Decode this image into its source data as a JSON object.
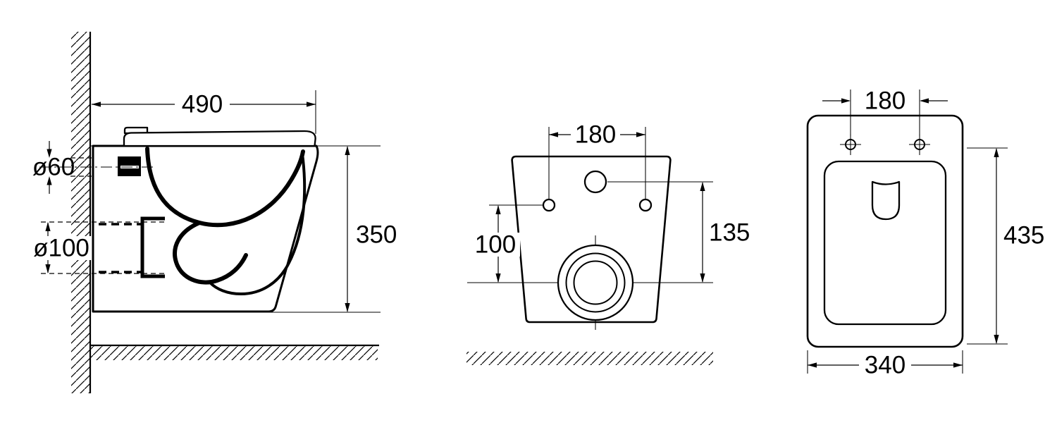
{
  "views": {
    "side": {
      "depth": "490",
      "inlet_diameter": "ø60",
      "outlet_diameter": "ø100",
      "height": "350"
    },
    "rear": {
      "fixing_hole_spacing": "180",
      "outlet_center_height": "100",
      "inlet_center_height": "135"
    },
    "top": {
      "fixing_hole_spacing": "180",
      "depth": "435",
      "width": "340"
    }
  }
}
